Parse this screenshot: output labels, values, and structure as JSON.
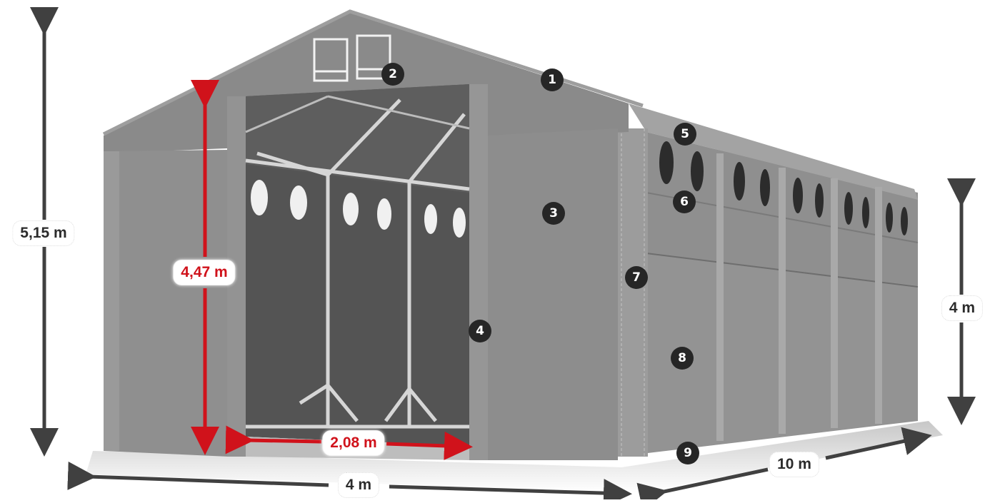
{
  "image": {
    "subject": "Tent / hall structure with dimension annotations",
    "colors": {
      "tent_fabric": "#8c8c8c",
      "tent_side": "#949494",
      "interior_dark": "#545454",
      "frame_metal": "#d8d8d8",
      "marker_bg": "#262626",
      "marker_text": "#ffffff",
      "dim_arrow_dark": "#404040",
      "dim_arrow_red": "#d0121b",
      "ground": "#c8c8c8"
    }
  },
  "dimensions": {
    "total_height": "5,15 m",
    "door_height": "4,47 m",
    "door_width": "2,08 m",
    "front_width": "4 m",
    "length": "10 m",
    "side_height": "4 m"
  },
  "markers": [
    {
      "id": "1",
      "label": "1"
    },
    {
      "id": "2",
      "label": "2"
    },
    {
      "id": "3",
      "label": "3"
    },
    {
      "id": "4",
      "label": "4"
    },
    {
      "id": "5",
      "label": "5"
    },
    {
      "id": "6",
      "label": "6"
    },
    {
      "id": "7",
      "label": "7"
    },
    {
      "id": "8",
      "label": "8"
    },
    {
      "id": "9",
      "label": "9"
    }
  ]
}
